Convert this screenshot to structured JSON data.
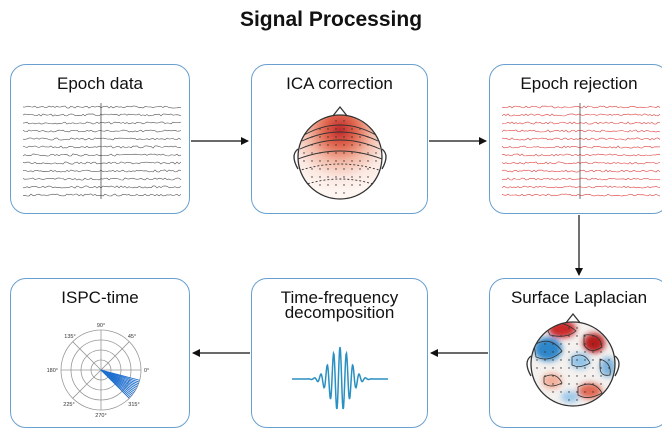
{
  "title": "Signal Processing",
  "steps": {
    "epoch_data": "Epoch data",
    "ica_correction": "ICA correction",
    "epoch_rejection": "Epoch rejection",
    "surface_laplacian": "Surface Laplacian",
    "time_frequency_line1": "Time-frequency",
    "time_frequency_line2": "decomposition",
    "ispc_time": "ISPC-time"
  },
  "polar_labels": {
    "a0": "0°",
    "a45": "45°",
    "a90": "90°",
    "a135": "135°",
    "a180": "180°",
    "a225": "225°",
    "a270": "270°",
    "a315": "315°"
  },
  "colors": {
    "box_border": "#6aa0cf",
    "trace_black": "#555555",
    "trace_red": "#e04040",
    "wavelet": "#2a8fc1",
    "ispc": "#1f6fcf"
  }
}
